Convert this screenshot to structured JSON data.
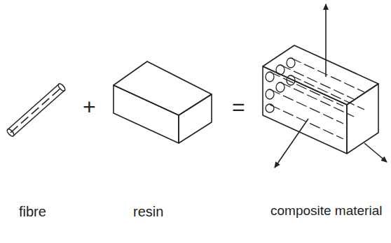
{
  "diagram": {
    "labels": [
      "+",
      "=",
      "fibre",
      "resin",
      "composite material"
    ]
  }
}
